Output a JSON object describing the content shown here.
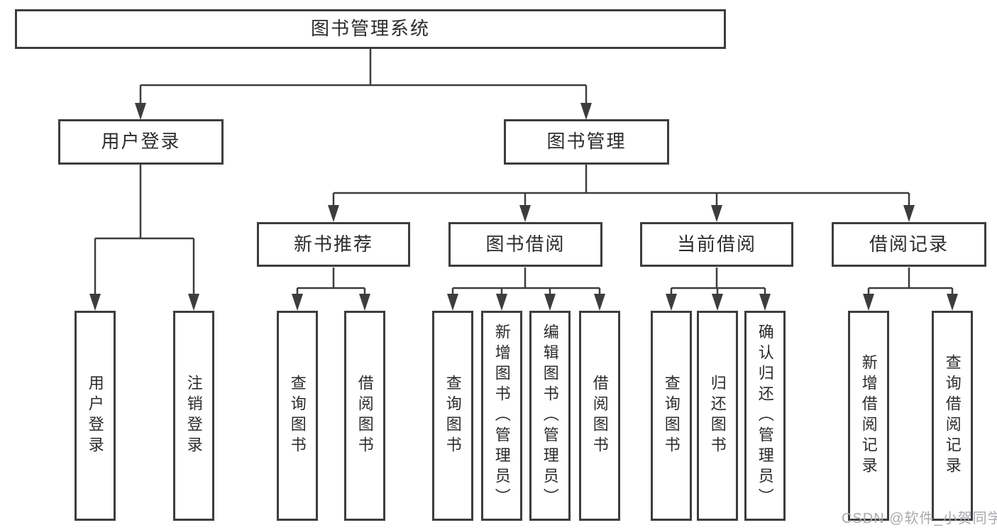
{
  "nodes": {
    "root": "图书管理系统",
    "user_login": "用户登录",
    "book_mgmt": "图书管理",
    "new_book": "新书推荐",
    "book_borrow": "图书借阅",
    "current_borrow": "当前借阅",
    "borrow_record": "借阅记录",
    "ul_login": "用户登录",
    "ul_logout": "注销登录",
    "nb_query": "查询图书",
    "nb_borrow": "借阅图书",
    "bb_query": "查询图书",
    "bb_add": "新增图书（管理员）",
    "bb_edit": "编辑图书（管理员）",
    "bb_borrow": "借阅图书",
    "cb_query": "查询图书",
    "cb_return": "归还图书",
    "cb_confirm": "确认归还（管理员）",
    "br_add": "新增借阅记录",
    "br_query": "查询借阅记录"
  },
  "watermark": "CSDN @软件_小贺同学",
  "colors": {
    "line": "#3d3d3d",
    "text": "#2b2b2b",
    "watermark": "#a9a9ae",
    "background": "#ffffff"
  }
}
